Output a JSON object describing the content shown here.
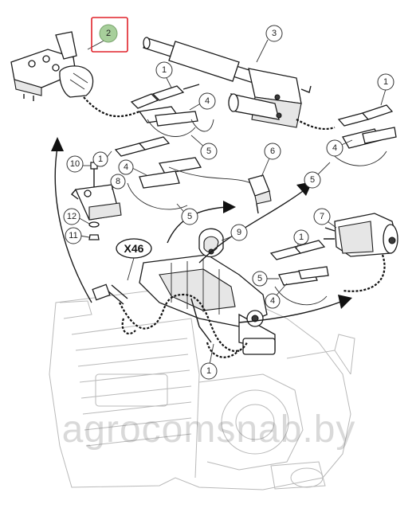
{
  "callouts": {
    "c2": "2",
    "c3": "3",
    "c1a": "1",
    "c4a": "4",
    "c5a": "5",
    "c1b": "1",
    "c4b": "4",
    "c5b": "5",
    "c10": "10",
    "c1c": "1",
    "c8": "8",
    "c4c": "4",
    "c6": "6",
    "c5c": "5",
    "c12": "12",
    "c11": "11",
    "c9": "9",
    "c7": "7",
    "c1d": "1",
    "c5d": "5",
    "c4d": "4",
    "c1e": "1"
  },
  "connector_label": "X46",
  "watermark": "agrocomsnab.by",
  "colors": {
    "highlight_box": "#e0222a",
    "highlight_fill": "#a7cf9b"
  }
}
